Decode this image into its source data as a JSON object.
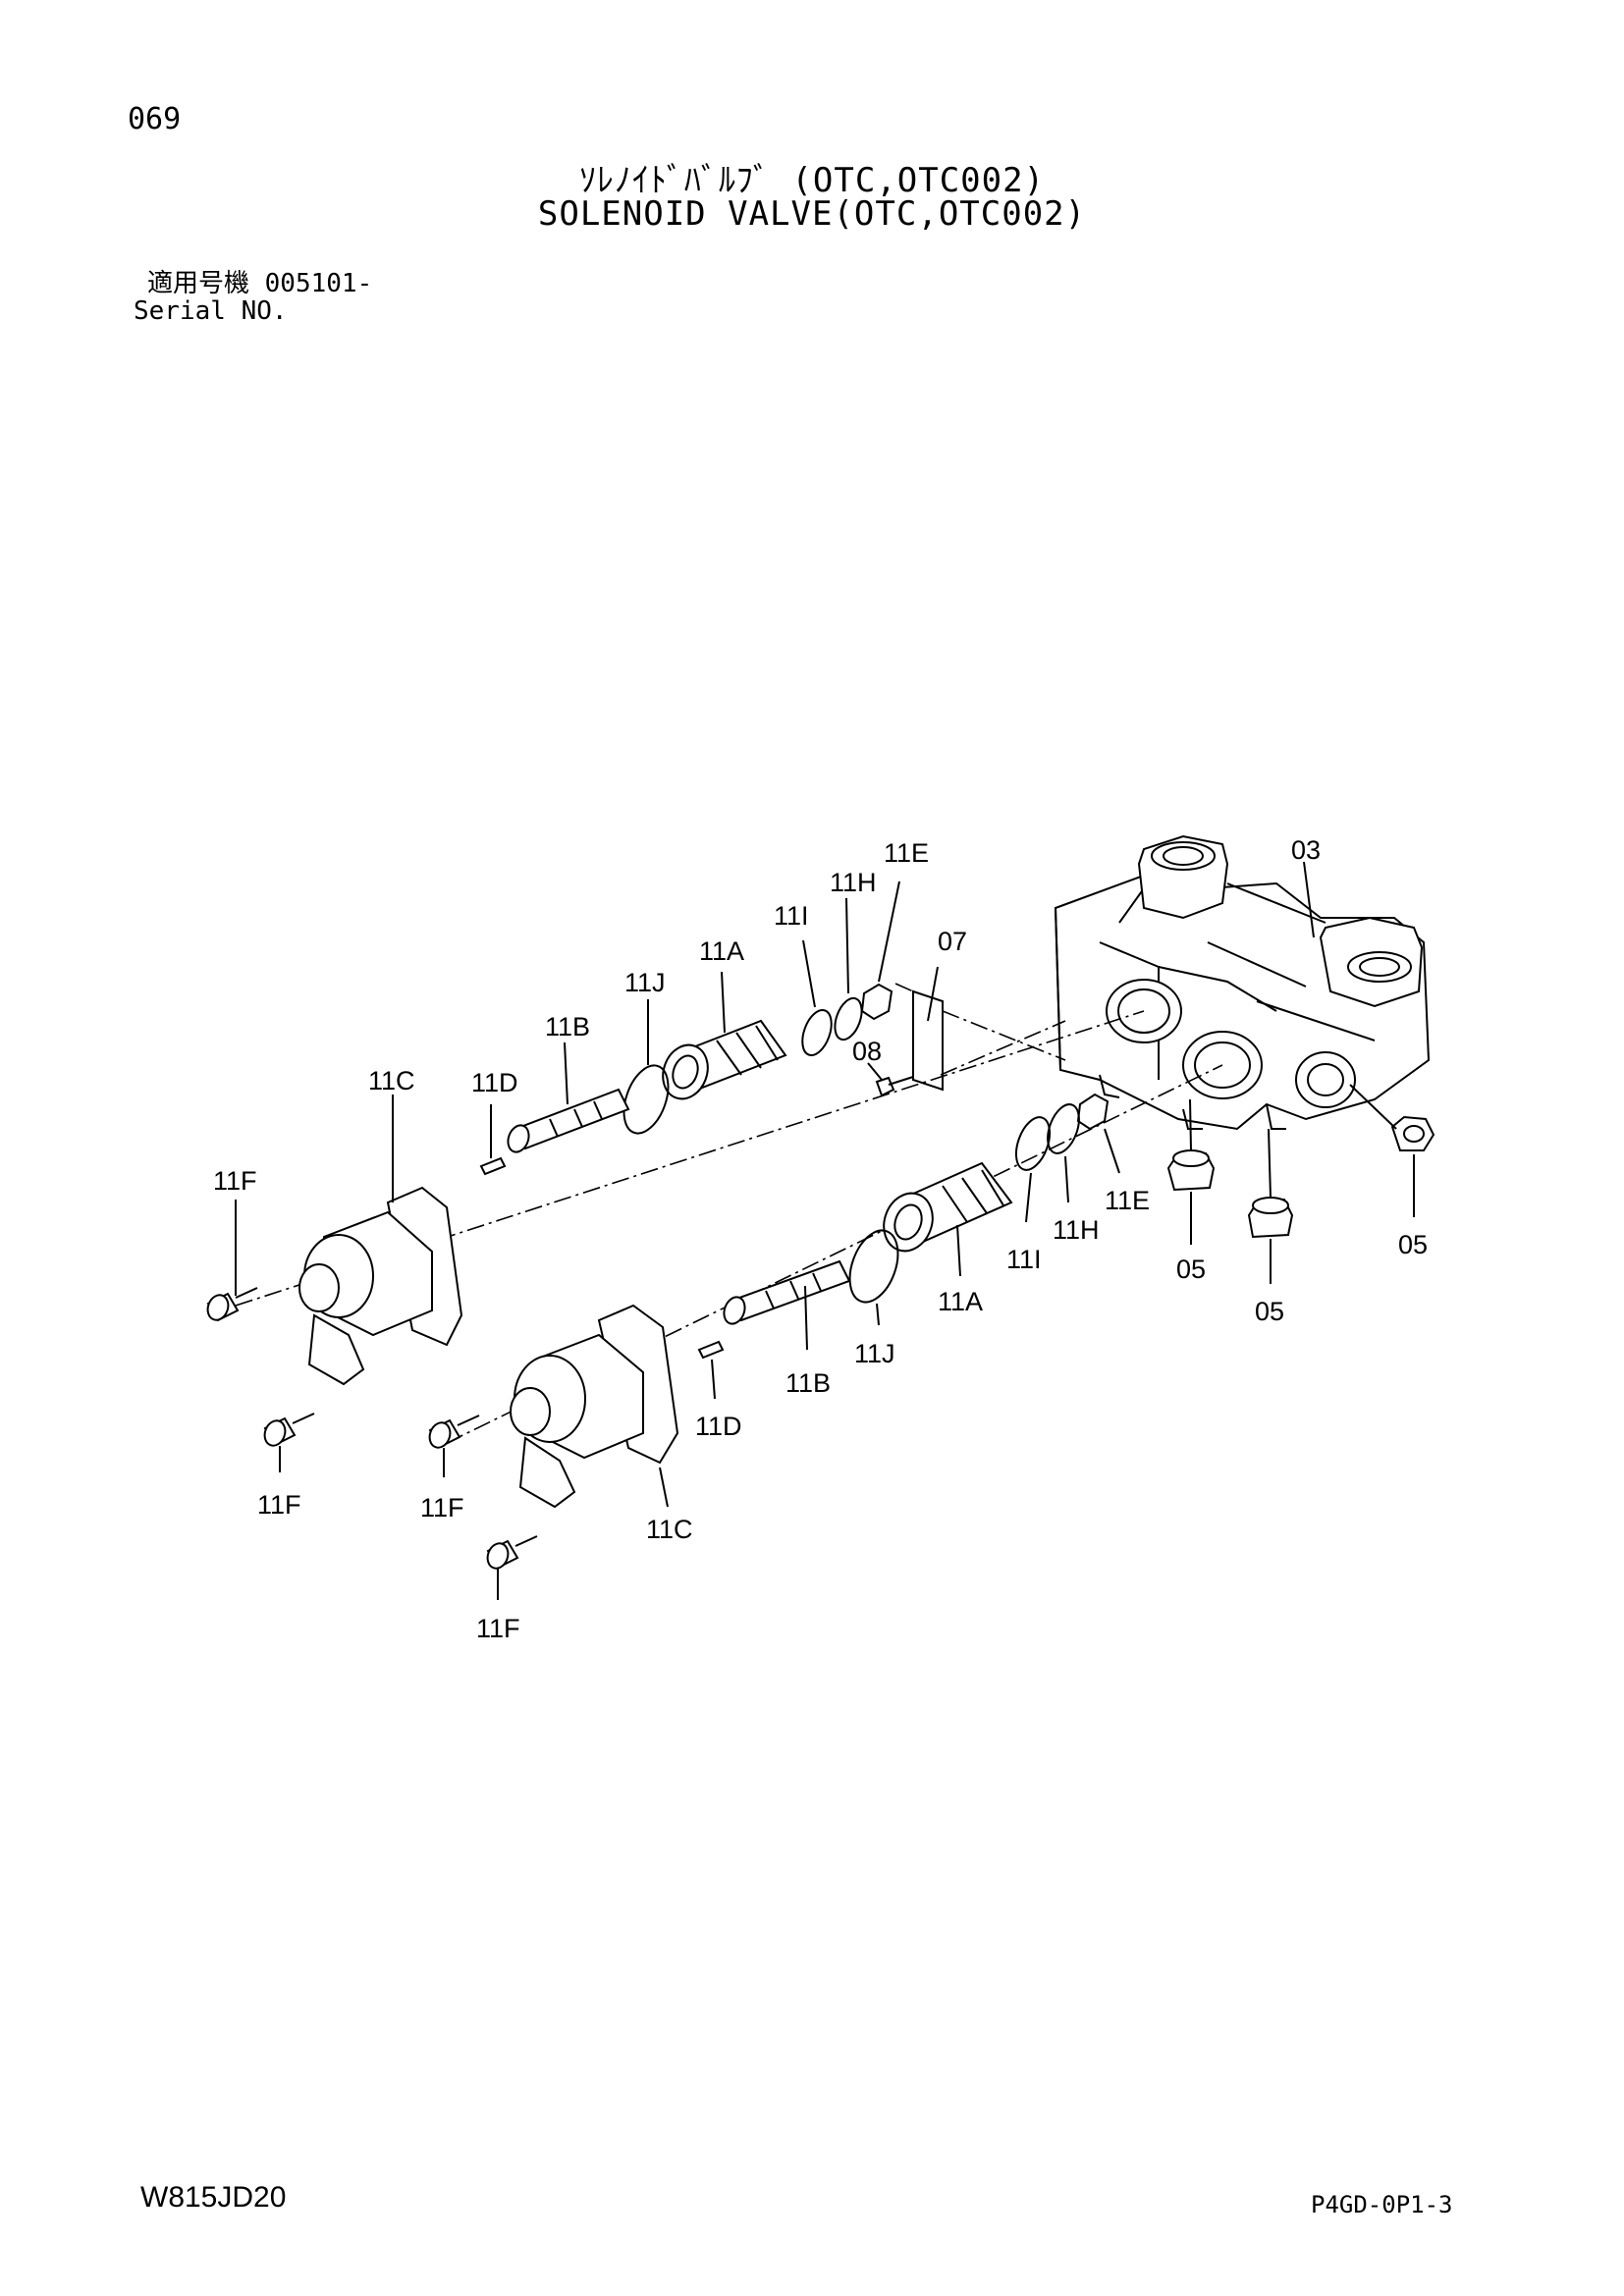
{
  "header": {
    "page_number": "069",
    "title_jp": "ｿﾚﾉｲﾄﾞﾊﾞﾙﾌﾞ (OTC,OTC002)",
    "title_en": "SOLENOID VALVE(OTC,OTC002)",
    "serial_jp": "適用号機 005101-",
    "serial_en": "Serial NO."
  },
  "footer": {
    "doc_code": "W815JD20",
    "sheet_code": "P4GD-0P1-3"
  },
  "callouts": {
    "c03": "03",
    "c05a": "05",
    "c05b": "05",
    "c05c": "05",
    "c07": "07",
    "c08": "08",
    "c11A_top": "11A",
    "c11A_bot": "11A",
    "c11B_top": "11B",
    "c11B_bot": "11B",
    "c11C_top": "11C",
    "c11C_bot": "11C",
    "c11D_top": "11D",
    "c11D_bot": "11D",
    "c11E_top": "11E",
    "c11E_bot": "11E",
    "c11F_1": "11F",
    "c11F_2": "11F",
    "c11F_3": "11F",
    "c11F_4": "11F",
    "c11H_top": "11H",
    "c11H_bot": "11H",
    "c11I_top": "11I",
    "c11I_bot": "11I",
    "c11J_top": "11J",
    "c11J_bot": "11J"
  }
}
